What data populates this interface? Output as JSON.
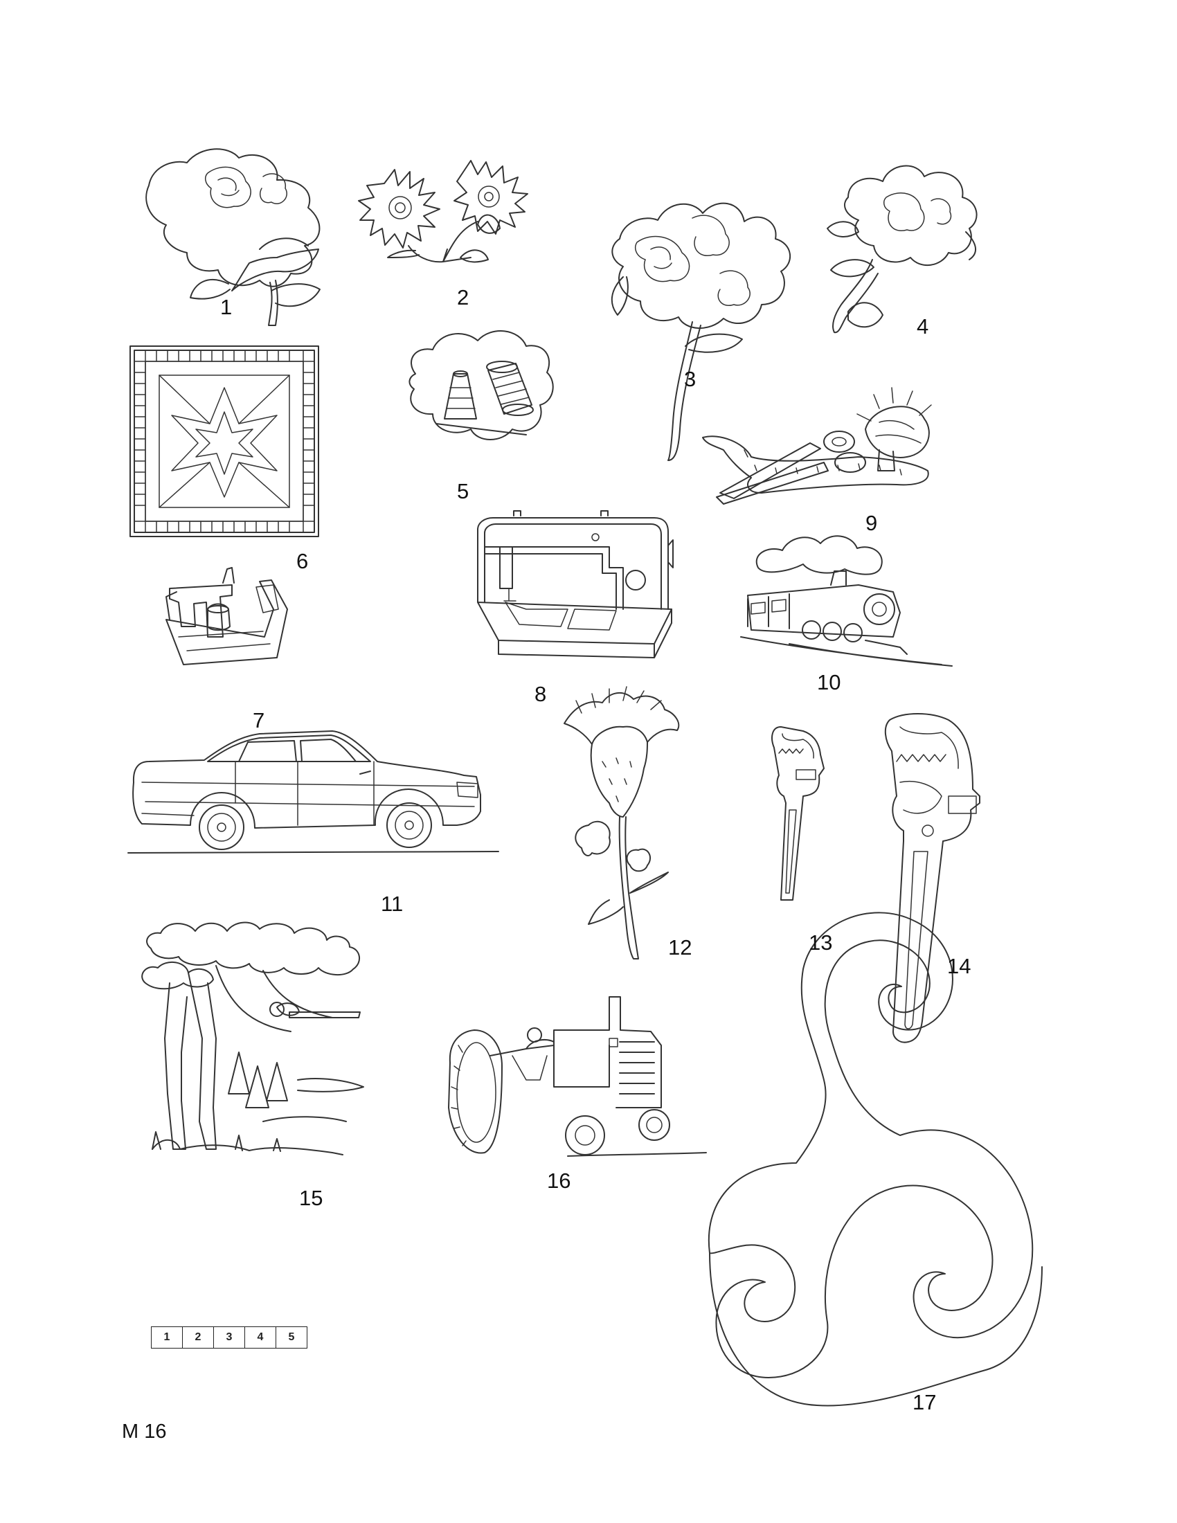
{
  "labels": {
    "p1": "1",
    "p2": "2",
    "p3": "3",
    "p4": "4",
    "p5": "5",
    "p6": "6",
    "p7": "7",
    "p8": "8",
    "p9": "9",
    "p10": "10",
    "p11": "11",
    "p12": "12",
    "p13": "13",
    "p14": "14",
    "p15": "15",
    "p16": "16",
    "p17": "17"
  },
  "scale_bar": [
    "1",
    "2",
    "3",
    "4",
    "5"
  ],
  "page_code": "M 16",
  "icons": {
    "p1": "rose-bouquet-icon",
    "p2": "daisy-icon",
    "p3": "long-stem-rose-icon",
    "p4": "rose-spray-icon",
    "p5": "thimble-spool-icon",
    "p6": "quilt-star-icon",
    "p7": "small-sewing-machine-icon",
    "p8": "sewing-machine-icon",
    "p9": "scissors-pincushion-icon",
    "p10": "steam-train-icon",
    "p11": "car-icon",
    "p12": "thistle-icon",
    "p13": "small-pipe-wrench-icon",
    "p14": "pipe-wrench-icon",
    "p15": "tree-landscape-icon",
    "p16": "tractor-icon",
    "p17": "triskele-spiral-icon"
  }
}
